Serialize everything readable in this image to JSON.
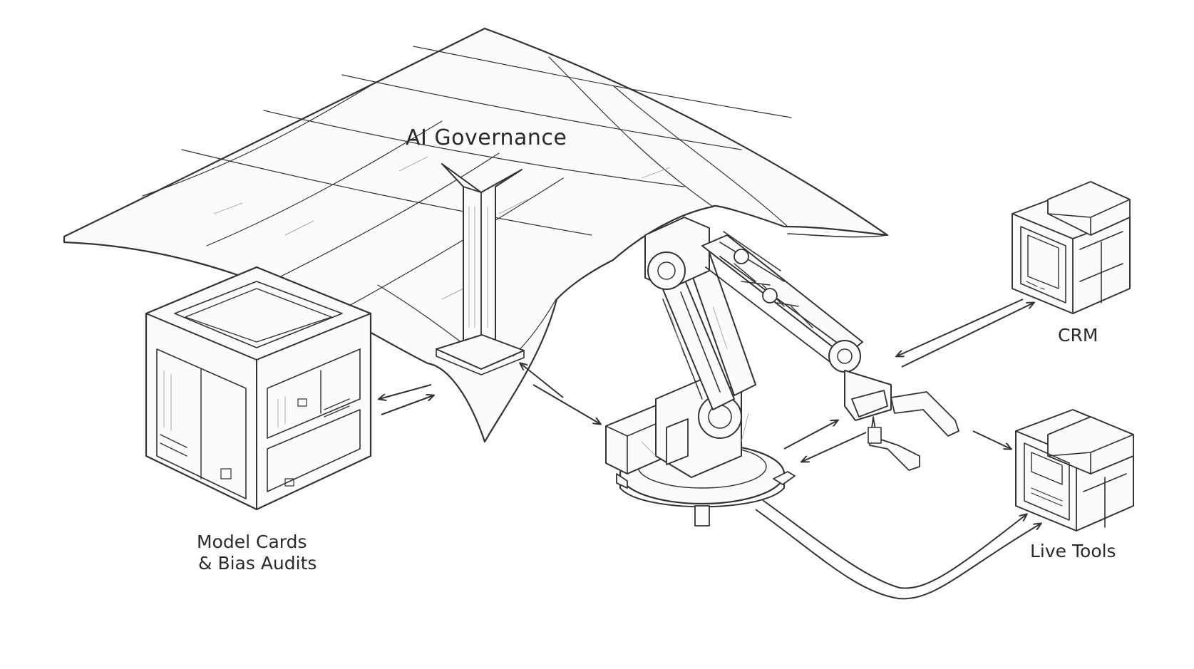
{
  "labels": {
    "governance": "AI Governance",
    "model_line1": "Model Cards",
    "model_line2": "& Bias Audits",
    "crm": "CRM",
    "live_tools": "Live Tools"
  },
  "icons": {
    "canopy": "governance-canopy-icon",
    "model_box": "model-cards-cabinet-icon",
    "robot": "robot-arm-icon",
    "crm": "crm-server-icon",
    "tools": "live-tools-server-icon"
  },
  "colors": {
    "ink": "#333333",
    "background": "#ffffff"
  }
}
